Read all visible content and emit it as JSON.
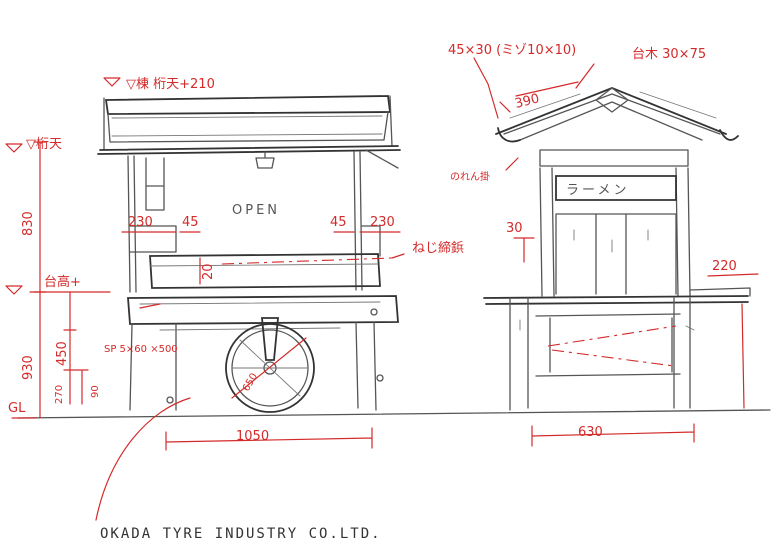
{
  "labels": {
    "beam_top": "▽棟 桁天+210",
    "girder_top": "▽桁天",
    "base_top": "台高+",
    "ground": "GL",
    "open_sign": "OPEN",
    "ramen_sign": "ラーメン",
    "screw_fitting": "ねじ締鋲",
    "sp_spec": "SP 5×60 ×500",
    "roof_members": "45×30 (ミゾ10×10)",
    "base_timber": "台木 30×75",
    "noren_bar": "のれん掛",
    "company": "OKADA TYRE INDUSTRY CO.LTD."
  },
  "dimensions": {
    "h_830": "830",
    "h_930": "930",
    "h_450": "450",
    "h_270": "270",
    "h_90": "90",
    "w_230_left": "230",
    "w_45_left": "45",
    "w_45_right": "45",
    "w_230_right": "230",
    "h_20": "20",
    "wheel_dia": "650",
    "width_front": "1050",
    "depth_side": "630",
    "roof_390": "390",
    "side_30": "30",
    "side_220": "220"
  }
}
